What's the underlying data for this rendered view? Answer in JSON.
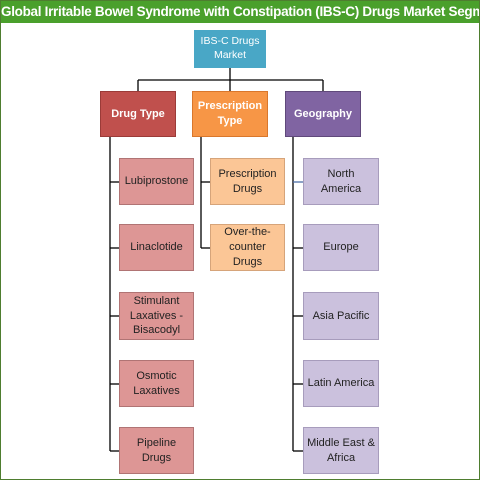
{
  "title": "Global Irritable Bowel Syndrome with Constipation (IBS-C) Drugs Market Segmentation",
  "root": {
    "line1": "IBS-C Drugs",
    "line2": "Market"
  },
  "categories": {
    "drug_type": "Drug Type",
    "prescription_type": "Prescription Type",
    "geography": "Geography"
  },
  "drug_types": [
    {
      "lines": [
        "Lubiprostone"
      ]
    },
    {
      "lines": [
        "Linaclotide"
      ]
    },
    {
      "lines": [
        "Stimulant",
        "Laxatives -",
        "Bisacodyl"
      ]
    },
    {
      "lines": [
        "Osmotic",
        "Laxatives"
      ]
    },
    {
      "lines": [
        "Pipeline Drugs"
      ]
    }
  ],
  "prescription_types": [
    {
      "lines": [
        "Prescription",
        "Drugs"
      ]
    },
    {
      "lines": [
        "Over-the-counter",
        "Drugs"
      ]
    }
  ],
  "geographies": [
    {
      "lines": [
        "North America"
      ]
    },
    {
      "lines": [
        "Europe"
      ]
    },
    {
      "lines": [
        "Asia Pacific"
      ]
    },
    {
      "lines": [
        "Latin America"
      ]
    },
    {
      "lines": [
        "Middle East &",
        "Africa"
      ]
    }
  ],
  "colors": {
    "title_bar": "#4aa02c",
    "root": "#49a7c6",
    "drug_type": "#c0504d",
    "prescription_type": "#f79646",
    "geography": "#8064a2",
    "drug_item": "#dd9695",
    "prescription_item": "#fbc696",
    "geography_item": "#cbc1dd"
  }
}
